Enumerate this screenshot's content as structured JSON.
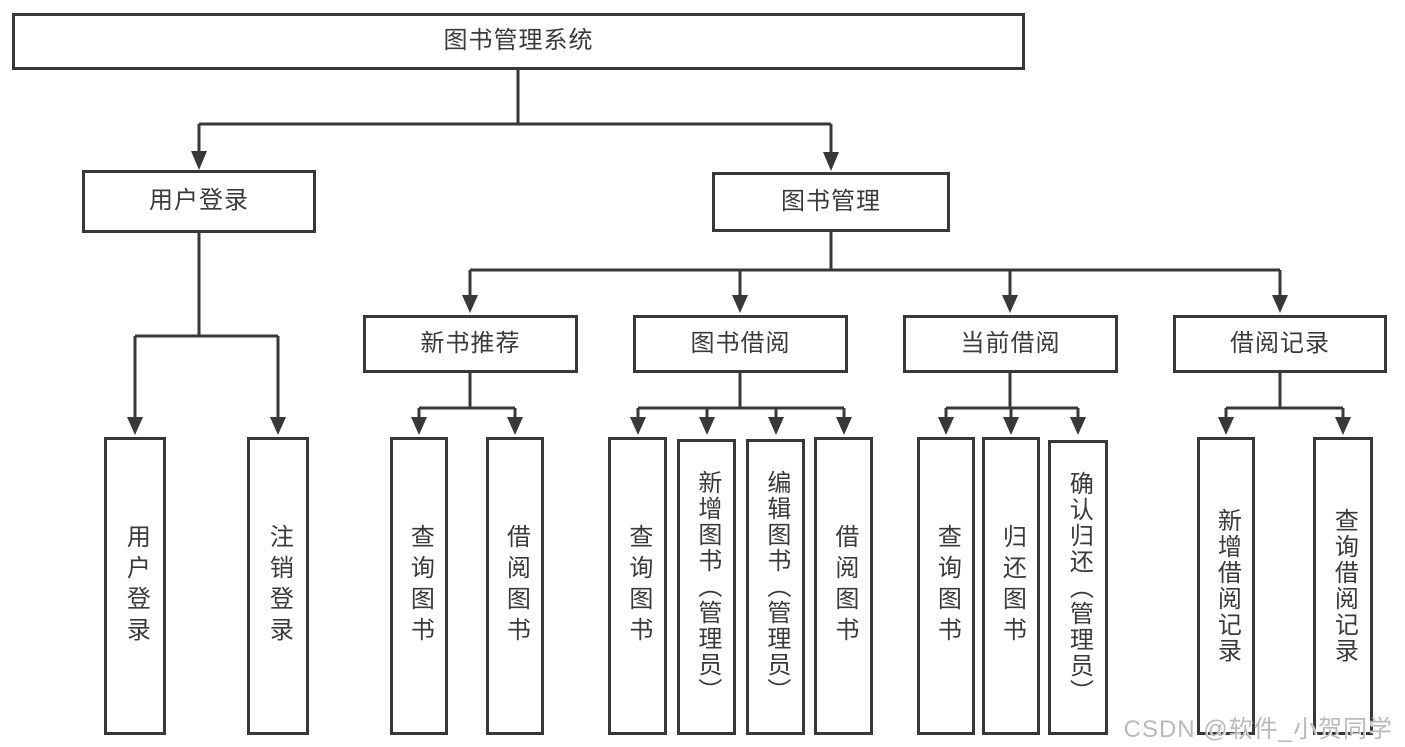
{
  "diagram": {
    "title": "图书管理系统",
    "watermark": "CSDN @软件_小贺同学",
    "colors": {
      "line": "#383838",
      "box_border": "#383838",
      "text": "#3a3a3a",
      "watermark": "#b9b9bd",
      "background": "#ffffff"
    },
    "nodes": {
      "root": {
        "label": "图书管理系统"
      },
      "user_login": {
        "label": "用户登录"
      },
      "book_mgmt": {
        "label": "图书管理"
      },
      "new_book": {
        "label": "新书推荐"
      },
      "book_borrow": {
        "label": "图书借阅"
      },
      "current_borrow": {
        "label": "当前借阅"
      },
      "borrow_record": {
        "label": "借阅记录"
      },
      "user_login_leaf": {
        "label": "用户登录"
      },
      "logout_leaf": {
        "label": "注销登录"
      },
      "nb_query": {
        "label": "查询图书"
      },
      "nb_borrow": {
        "label": "借阅图书"
      },
      "bb_query": {
        "label": "查询图书"
      },
      "bb_add": {
        "label": "新增图书（管理员）"
      },
      "bb_edit": {
        "label": "编辑图书（管理员）"
      },
      "bb_borrow": {
        "label": "借阅图书"
      },
      "cb_query": {
        "label": "查询图书"
      },
      "cb_return": {
        "label": "归还图书"
      },
      "cb_confirm": {
        "label": "确认归还（管理员）"
      },
      "br_add": {
        "label": "新增借阅记录"
      },
      "br_query": {
        "label": "查询借阅记录"
      }
    },
    "structure": {
      "图书管理系统": {
        "用户登录": [
          "用户登录",
          "注销登录"
        ],
        "图书管理": {
          "新书推荐": [
            "查询图书",
            "借阅图书"
          ],
          "图书借阅": [
            "查询图书",
            "新增图书（管理员）",
            "编辑图书（管理员）",
            "借阅图书"
          ],
          "当前借阅": [
            "查询图书",
            "归还图书",
            "确认归还（管理员）"
          ],
          "借阅记录": [
            "新增借阅记录",
            "查询借阅记录"
          ]
        }
      }
    }
  }
}
